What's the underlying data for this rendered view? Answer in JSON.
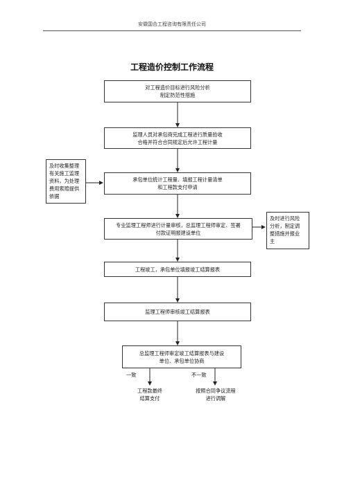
{
  "header": {
    "company": "安徽国合工程咨询有限责任公司"
  },
  "title": "工程造价控制工作流程",
  "steps": [
    {
      "line1": "对工程造价目标进行风险分析",
      "line2": "制定防范性措施"
    },
    {
      "line1": "监理人员对承包商完成工程进行质量验收",
      "line2": "合格并符合合同规定后允许工程计量"
    },
    {
      "line1": "承包单位统计工程量、填报工程计量清单",
      "line2": "和工程款支付申请"
    },
    {
      "line1": "专业监理工程师进行计量审核，总监理工程师审定、签署",
      "line2": "付款证明报建设单位"
    },
    {
      "line1": "工程竣工，承包单位填报竣工结算报表",
      "line2": ""
    },
    {
      "line1": "监理工程师审核竣工结算报表",
      "line2": ""
    },
    {
      "line1": "总监理工程师审定竣工结算报表与建设",
      "line2": "单位、承包单位协商"
    }
  ],
  "side_left": {
    "lines": [
      "及时收集整理",
      "有关施工监理",
      "资料，为处理",
      "费用索赔提供",
      "依据"
    ]
  },
  "side_right": {
    "lines": [
      "及时进行风险",
      "分析，制定调",
      "整措施并报业",
      "主"
    ]
  },
  "branches": {
    "agree_label": "一致",
    "disagree_label": "不一致",
    "agree_result": {
      "line1": "工程款最终",
      "line2": "结算支付"
    },
    "disagree_result": {
      "line1": "按照合同争议流程",
      "line2": "进行调解"
    }
  }
}
